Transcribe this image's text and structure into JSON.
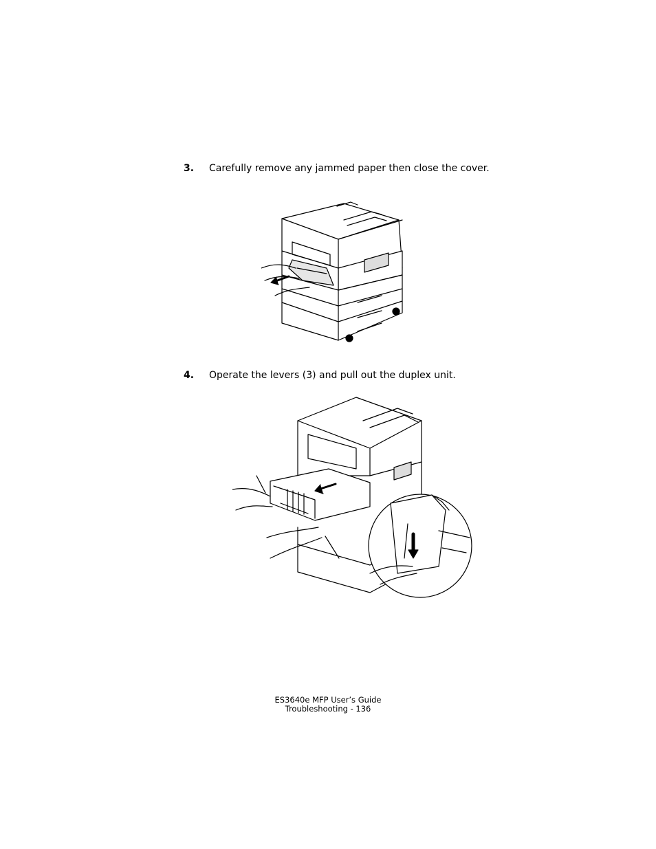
{
  "steps": [
    {
      "number": "3.",
      "text": "Carefully remove any jammed paper then close the cover."
    },
    {
      "number": "4.",
      "text": "Operate the levers (3) and pull out the duplex unit."
    }
  ],
  "figures": [
    {
      "icon": "printer-paper-jam-illustration"
    },
    {
      "icon": "printer-duplex-unit-illustration"
    }
  ],
  "footer": {
    "line1": "ES3640e MFP User’s Guide",
    "line2": "Troubleshooting - 136"
  }
}
